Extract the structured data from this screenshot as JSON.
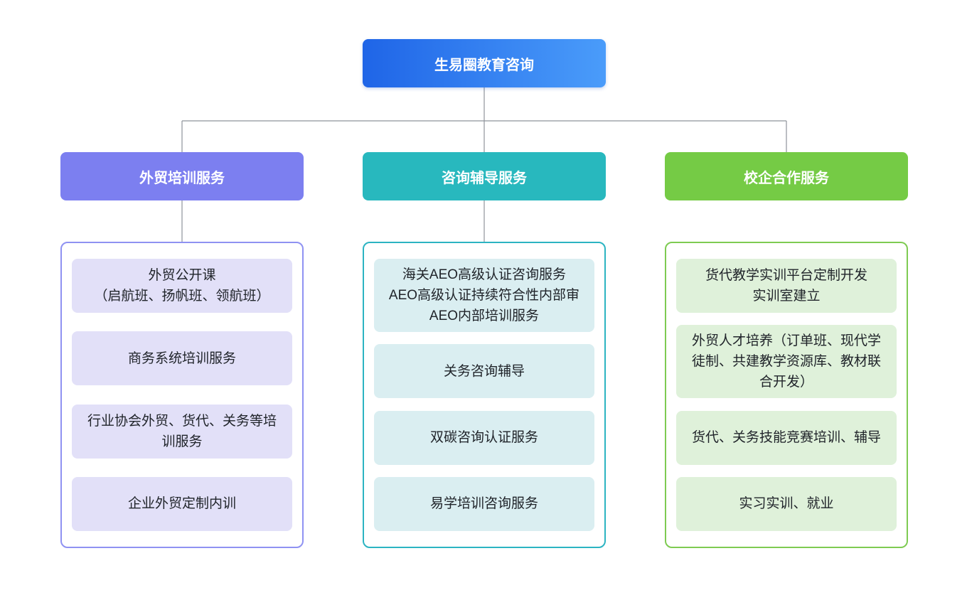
{
  "root": {
    "label": "生易圈教育咨询"
  },
  "branches": [
    {
      "label": "外贸培训服务",
      "items": [
        {
          "text": "外贸公开课\n（启航班、扬帆班、领航班）"
        },
        {
          "text": "商务系统培训服务"
        },
        {
          "text": "行业协会外贸、货代、关务等培训服务"
        },
        {
          "text": "企业外贸定制内训"
        }
      ]
    },
    {
      "label": "咨询辅导服务",
      "items": [
        {
          "text": "海关AEO高级认证咨询服务\nAEO高级认证持续符合性内部审\nAEO内部培训服务"
        },
        {
          "text": "关务咨询辅导"
        },
        {
          "text": "双碳咨询认证服务"
        },
        {
          "text": "易学培训咨询服务"
        }
      ]
    },
    {
      "label": "校企合作服务",
      "items": [
        {
          "text": "货代教学实训平台定制开发\n实训室建立"
        },
        {
          "text": "外贸人才培养（订单班、现代学徒制、共建教学资源库、教材联合开发）"
        },
        {
          "text": "货代、关务技能竞赛培训、辅导"
        },
        {
          "text": "实习实训、就业"
        }
      ]
    }
  ],
  "colors": {
    "root_gradient_start": "#1f65e7",
    "root_gradient_end": "#4a9cfa",
    "branch_purple": "#7c7ff0",
    "branch_teal": "#28b8be",
    "branch_green": "#75cb45",
    "item_bg_purple": "#e2e0f8",
    "item_bg_teal": "#daeef1",
    "item_bg_green": "#dff1da",
    "connector": "#8e939b"
  }
}
